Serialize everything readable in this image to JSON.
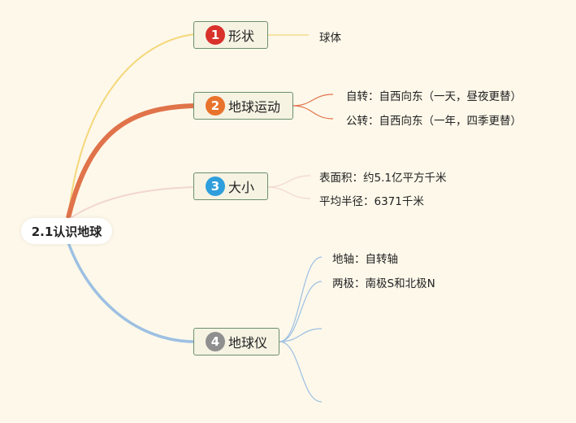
{
  "root": {
    "label": "2.1认识地球"
  },
  "branches": [
    {
      "number": "1",
      "label": "形状",
      "color": "#f5d77a",
      "badge_color": "#d9312b",
      "leaves": [
        "球体"
      ]
    },
    {
      "number": "2",
      "label": "地球运动",
      "color": "#e0734a",
      "badge_color": "#e8732c",
      "leaves": [
        "自转：自西向东（一天，昼夜更替）",
        "公转：自西向东（一年，四季更替）"
      ]
    },
    {
      "number": "3",
      "label": "大小",
      "color": "#f2d6cf",
      "badge_color": "#2e9fdc",
      "leaves": [
        "表面积：约5.1亿平方千米",
        "平均半径：6371千米"
      ]
    },
    {
      "number": "4",
      "label": "地球仪",
      "color": "#9dc0e2",
      "badge_color": "#8f8f8f",
      "leaves": [
        "地轴：自转轴",
        "两极：南极S和北极N",
        "",
        ""
      ]
    }
  ]
}
